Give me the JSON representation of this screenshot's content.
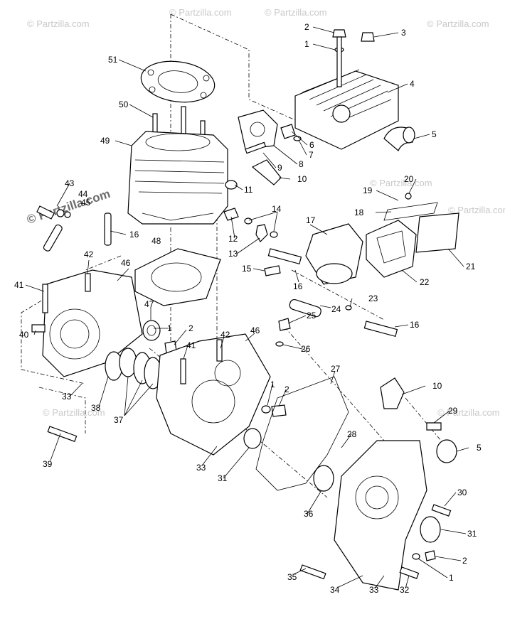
{
  "watermark": {
    "small": "© Partzilla.com",
    "large": "© Partzilla.com"
  },
  "callouts": [
    {
      "id": "c-2a",
      "text": "2"
    },
    {
      "id": "c-3",
      "text": "3"
    },
    {
      "id": "c-1a",
      "text": "1"
    },
    {
      "id": "c-51",
      "text": "51"
    },
    {
      "id": "c-4",
      "text": "4"
    },
    {
      "id": "c-50",
      "text": "50"
    },
    {
      "id": "c-6",
      "text": "6"
    },
    {
      "id": "c-7",
      "text": "7"
    },
    {
      "id": "c-8",
      "text": "8"
    },
    {
      "id": "c-5a",
      "text": "5"
    },
    {
      "id": "c-49",
      "text": "49"
    },
    {
      "id": "c-9",
      "text": "9"
    },
    {
      "id": "c-10a",
      "text": "10"
    },
    {
      "id": "c-11",
      "text": "11"
    },
    {
      "id": "c-20",
      "text": "20"
    },
    {
      "id": "c-19",
      "text": "19"
    },
    {
      "id": "c-43",
      "text": "43"
    },
    {
      "id": "c-44",
      "text": "44"
    },
    {
      "id": "c-45",
      "text": "45"
    },
    {
      "id": "c-18",
      "text": "18"
    },
    {
      "id": "c-14",
      "text": "14"
    },
    {
      "id": "c-17",
      "text": "17"
    },
    {
      "id": "c-16a",
      "text": "16"
    },
    {
      "id": "c-12",
      "text": "12"
    },
    {
      "id": "c-13",
      "text": "13"
    },
    {
      "id": "c-21",
      "text": "21"
    },
    {
      "id": "c-48",
      "text": "48"
    },
    {
      "id": "c-42a",
      "text": "42"
    },
    {
      "id": "c-46a",
      "text": "46"
    },
    {
      "id": "c-15",
      "text": "15"
    },
    {
      "id": "c-16b",
      "text": "16"
    },
    {
      "id": "c-22",
      "text": "22"
    },
    {
      "id": "c-41a",
      "text": "41"
    },
    {
      "id": "c-23",
      "text": "23"
    },
    {
      "id": "c-47",
      "text": "47"
    },
    {
      "id": "c-1b",
      "text": "1"
    },
    {
      "id": "c-2b",
      "text": "2"
    },
    {
      "id": "c-42b",
      "text": "42"
    },
    {
      "id": "c-46b",
      "text": "46"
    },
    {
      "id": "c-25",
      "text": "25"
    },
    {
      "id": "c-24",
      "text": "24"
    },
    {
      "id": "c-16c",
      "text": "16"
    },
    {
      "id": "c-40",
      "text": "40"
    },
    {
      "id": "c-41b",
      "text": "41"
    },
    {
      "id": "c-26",
      "text": "26"
    },
    {
      "id": "c-27",
      "text": "27"
    },
    {
      "id": "c-1c",
      "text": "1"
    },
    {
      "id": "c-2c",
      "text": "2"
    },
    {
      "id": "c-10b",
      "text": "10"
    },
    {
      "id": "c-33a",
      "text": "33"
    },
    {
      "id": "c-38",
      "text": "38"
    },
    {
      "id": "c-37",
      "text": "37"
    },
    {
      "id": "c-29",
      "text": "29"
    },
    {
      "id": "c-39",
      "text": "39"
    },
    {
      "id": "c-28",
      "text": "28"
    },
    {
      "id": "c-5b",
      "text": "5"
    },
    {
      "id": "c-33b",
      "text": "33"
    },
    {
      "id": "c-31a",
      "text": "31"
    },
    {
      "id": "c-30",
      "text": "30"
    },
    {
      "id": "c-36",
      "text": "36"
    },
    {
      "id": "c-31b",
      "text": "31"
    },
    {
      "id": "c-2d",
      "text": "2"
    },
    {
      "id": "c-35",
      "text": "35"
    },
    {
      "id": "c-1d",
      "text": "1"
    },
    {
      "id": "c-34",
      "text": "34"
    },
    {
      "id": "c-33c",
      "text": "33"
    },
    {
      "id": "c-32",
      "text": "32"
    }
  ]
}
